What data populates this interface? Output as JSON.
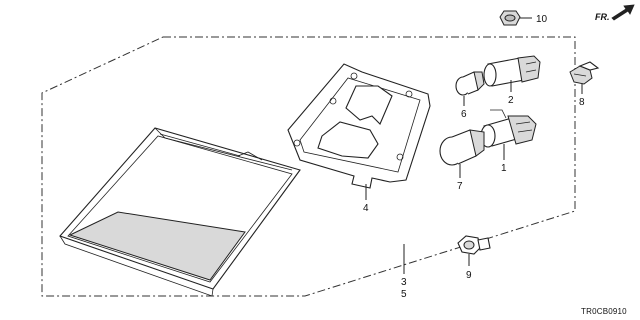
{
  "diagram": {
    "direction_label": "FR.",
    "diagram_code": "TR0CB0910",
    "callouts": [
      "10",
      "2",
      "8",
      "6",
      "1",
      "4",
      "7",
      "9",
      "3",
      "5"
    ]
  }
}
